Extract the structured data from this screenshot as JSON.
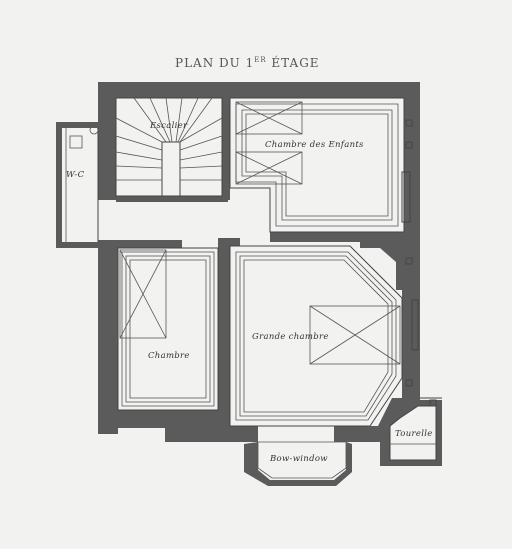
{
  "title": {
    "main": "PLAN DU 1",
    "sup": "ER",
    "rest": " ÉTAGE"
  },
  "rooms": {
    "escalier": "Escalier",
    "wc": "W-C",
    "chambre_enfants": "Chambre des Enfants",
    "chambre": "Chambre",
    "grande_chambre": "Grande chambre",
    "bow_window": "Bow-window",
    "tourelle": "Tourelle"
  },
  "colors": {
    "wall": "#5b5b5b",
    "paper": "#f2f2f0",
    "ink": "#444444"
  }
}
